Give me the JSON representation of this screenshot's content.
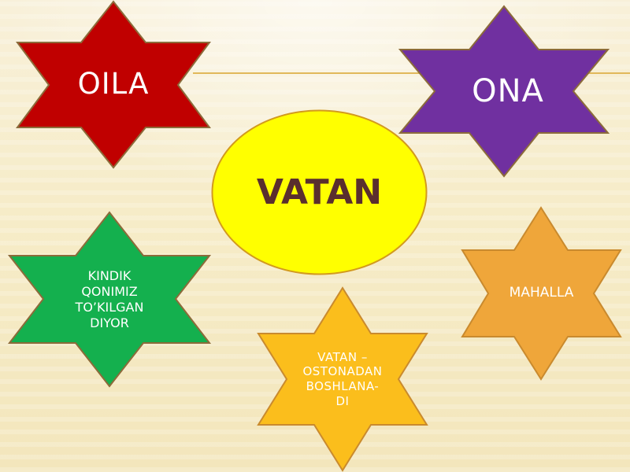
{
  "center": {
    "label": "VATAN",
    "fill": "#ffff00",
    "stroke": "#d29a1e",
    "text_color": "#5a2e2e"
  },
  "stars": {
    "oila": {
      "label": "OILA",
      "fill": "#c00000",
      "stroke": "#8c6b3a"
    },
    "ona": {
      "label": "ONA",
      "fill": "#7030a0",
      "stroke": "#8c6b3a"
    },
    "kindik": {
      "label": "KINDIK\nQONIMIZ\nTO’KILGAN\nDIYOR",
      "fill": "#14b04e",
      "stroke": "#8c6b3a"
    },
    "mahalla": {
      "label": "MAHALLA",
      "fill": "#efa63a",
      "stroke": "#c98a2e"
    },
    "ostonadan": {
      "label": "VATAN –\nOSTONADAN\nBOSHLANA-\nDI",
      "fill": "#fbbe1c",
      "stroke": "#c98a2e"
    }
  },
  "background": {
    "base": "#f6ecc8",
    "line": "#e1b85a"
  }
}
